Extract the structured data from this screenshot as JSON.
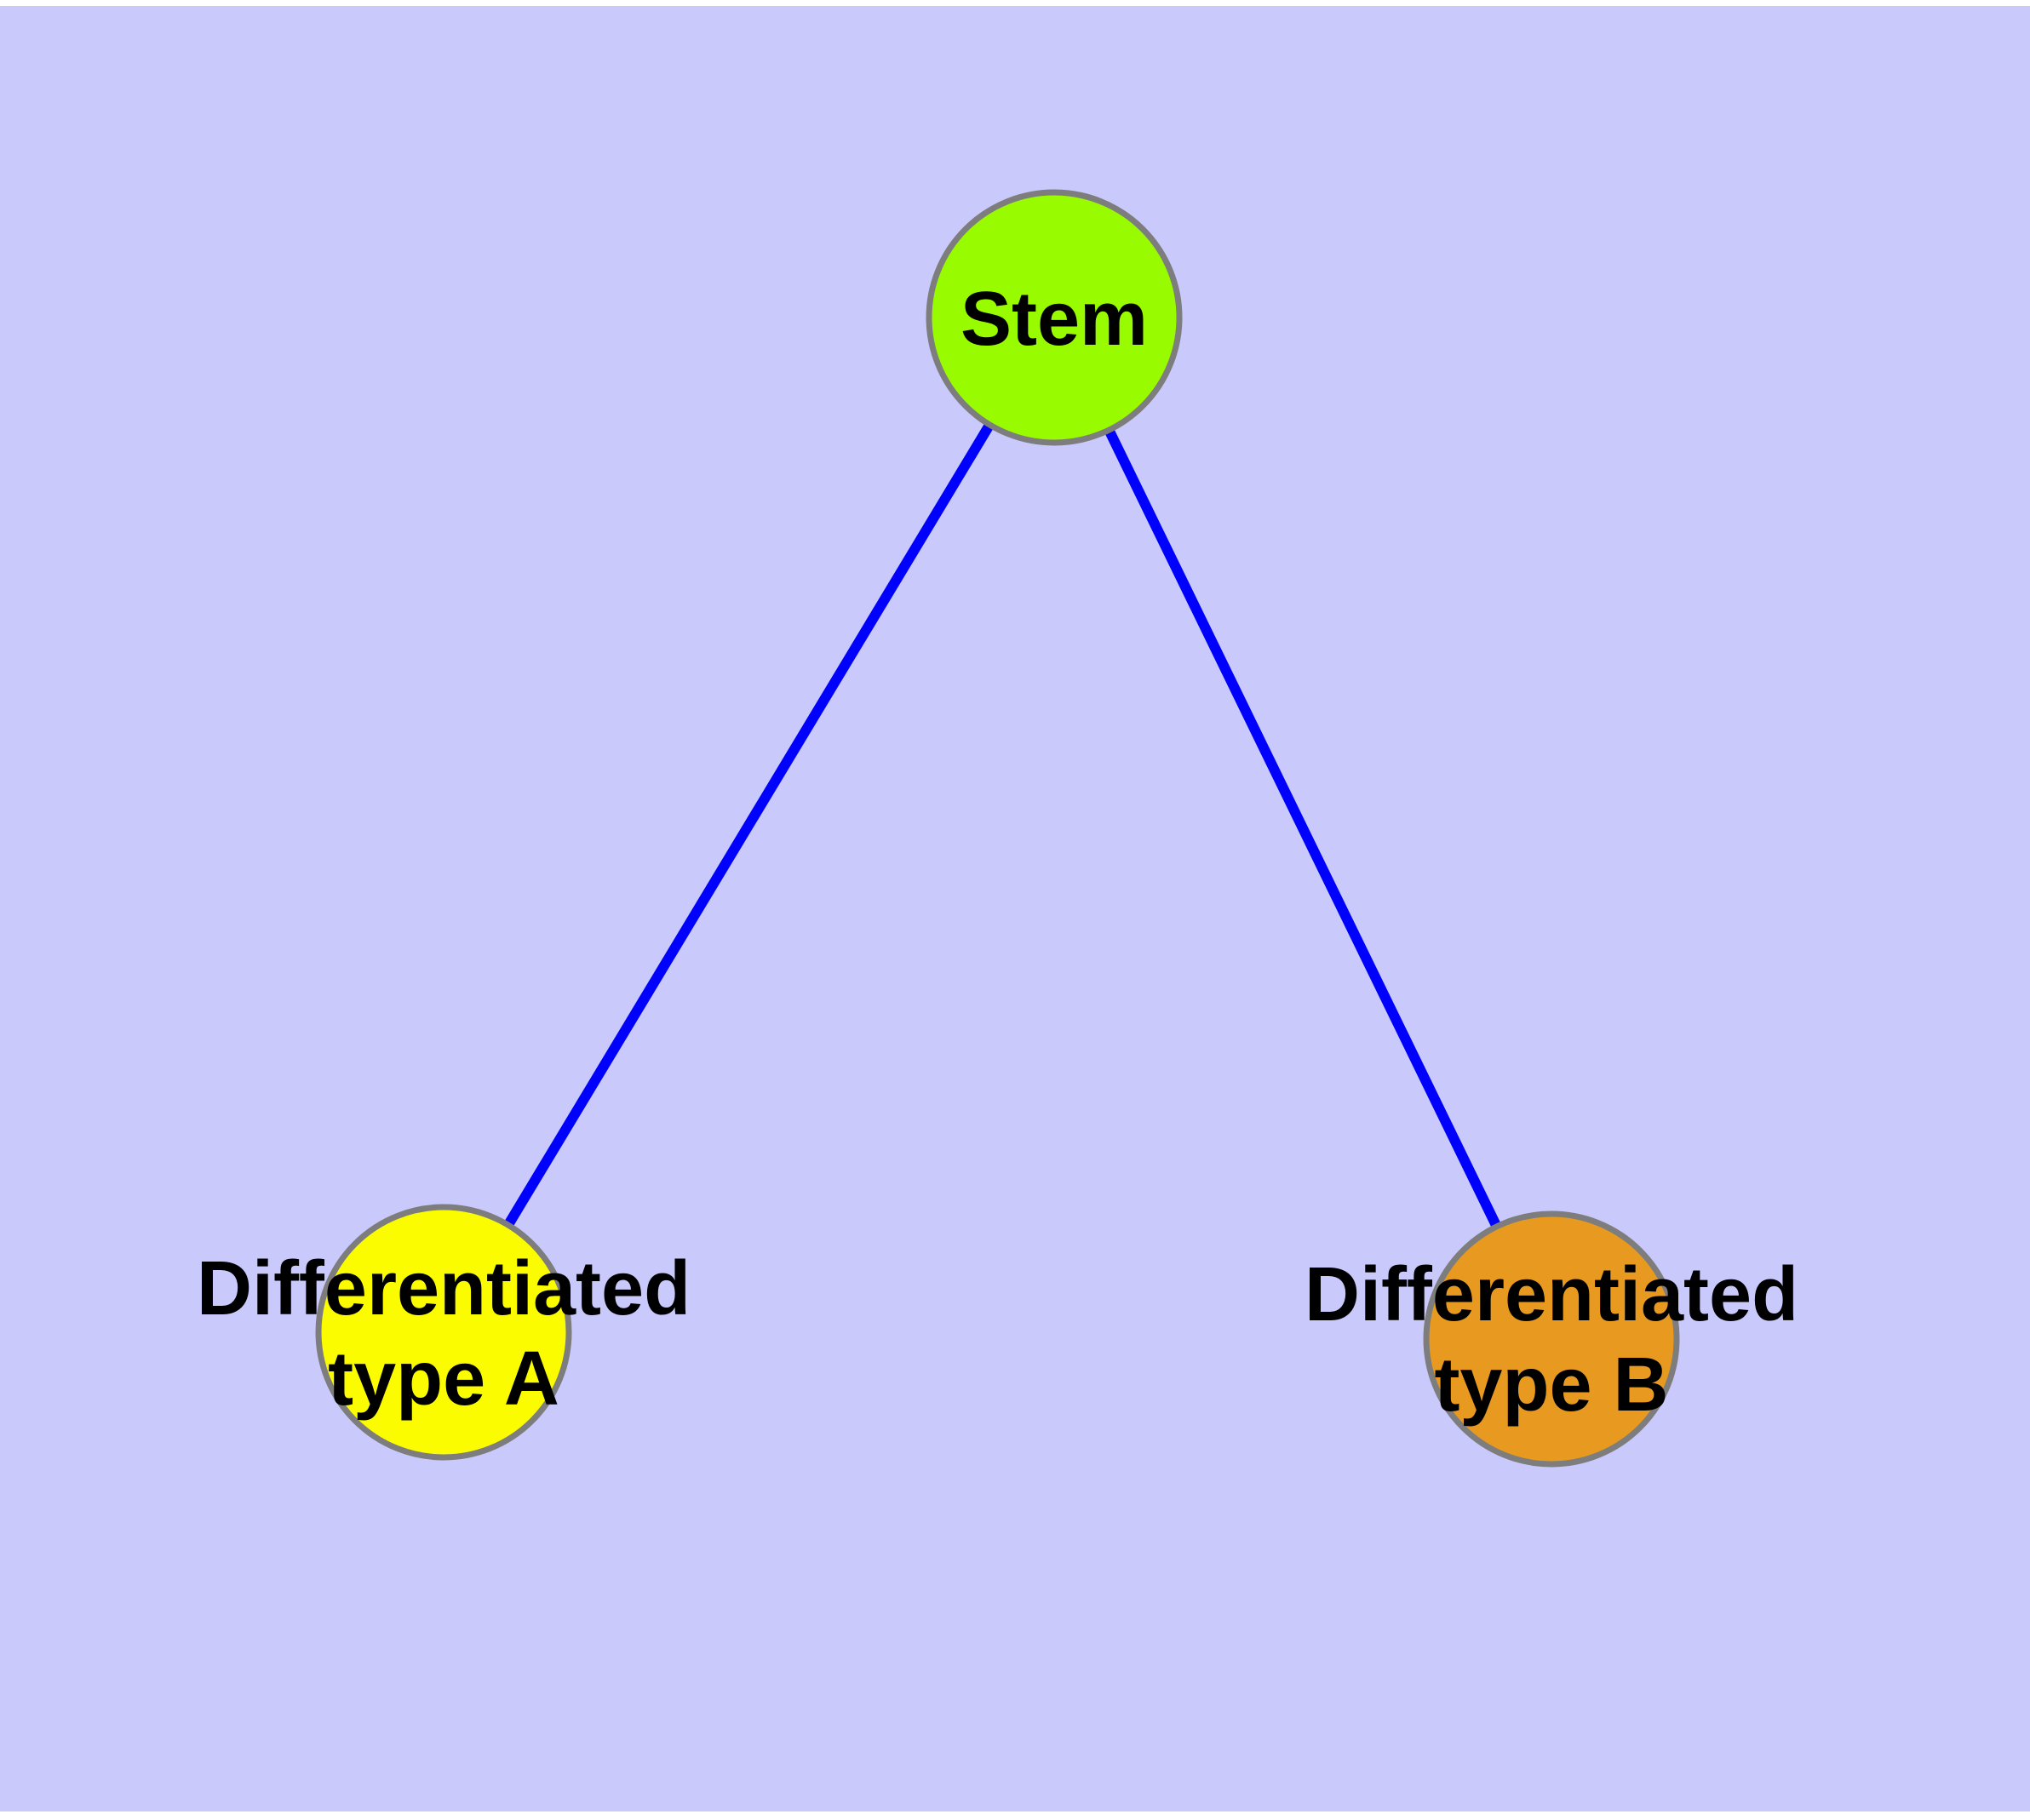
{
  "diagram": {
    "title": "",
    "background_color": "#C9C9FB",
    "margin_color": "#FFFFFF",
    "edge_color": "#0000FF",
    "node_border_color": "#7D7D7D",
    "label_color": "#000000",
    "nodes": [
      {
        "id": "stem",
        "label": "Stem",
        "fill": "#99FB00"
      },
      {
        "id": "type-a",
        "label": "Differentiated\ntype A",
        "fill": "#FCFC00"
      },
      {
        "id": "type-b",
        "label": "Differentiated\ntype B",
        "fill": "#E79A1F"
      }
    ],
    "edges": [
      {
        "from": "stem",
        "to": "type-a"
      },
      {
        "from": "stem",
        "to": "type-b"
      }
    ]
  }
}
